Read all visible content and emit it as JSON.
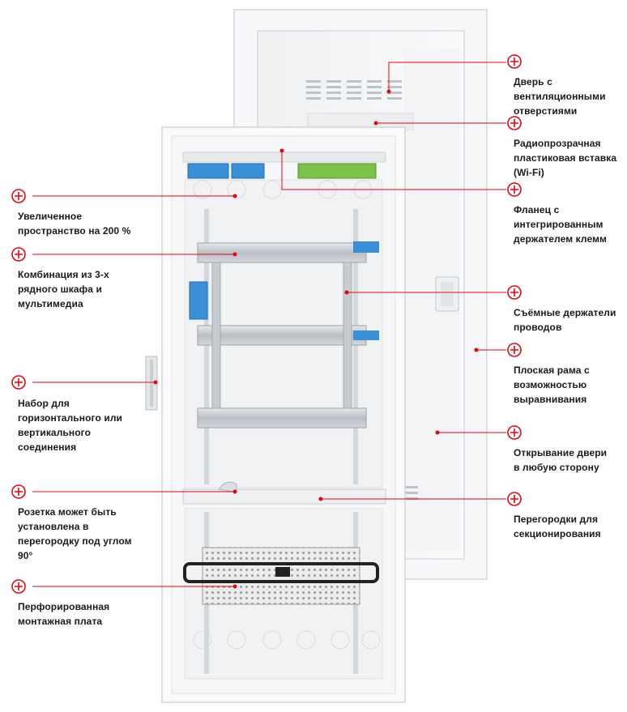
{
  "accent_color": "#e30613",
  "callouts": {
    "door_vents": "Дверь с\nвентиляционными\nотверстиями",
    "radio_insert": "Радиопрозрачная\nпластиковая вставка\n(Wi-Fi)",
    "flange": "Фланец с\nинтегрированным\nдержателем клемм",
    "holders": "Съёмные держатели\nпроводов",
    "flat_frame": "Плоская рама с\nвозможностью\nвыравнивания",
    "door_open": "Открывание двери\nв любую сторону",
    "partitions": "Перегородки для\nсекционирования",
    "space": "Увеличенное\nпространство на 200 %",
    "combination": "Комбинация из 3-х\nрядного шкафа и\nмультимедиа",
    "connection_kit": "Набор для\nгоризонтального или\nвертикального\nсоединения",
    "socket": "Розетка может быть\nустановлена в\nперегородку под углом\n90°",
    "plate": "Перфорированная\nмонтажная плата"
  },
  "icons": {
    "marker": "plus-circle-icon"
  }
}
